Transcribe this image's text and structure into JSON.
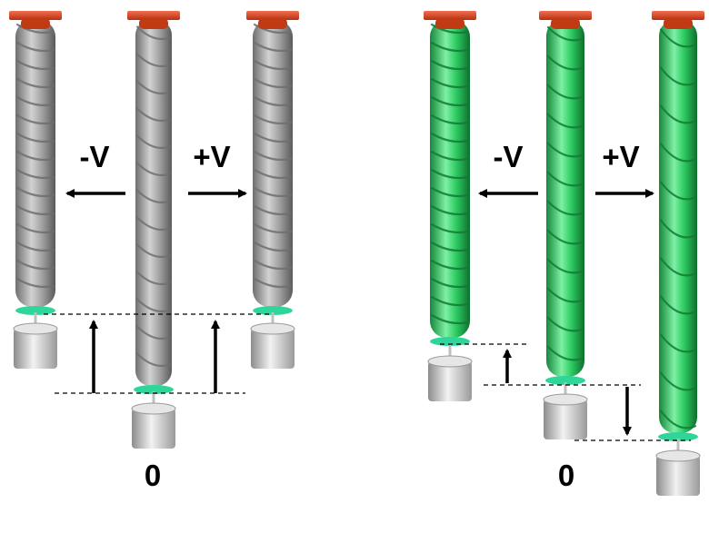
{
  "labels": {
    "left_minus": "-V",
    "left_plus": "+V",
    "left_zero": "0",
    "right_minus": "-V",
    "right_plus": "+V",
    "right_zero": "0"
  },
  "colors": {
    "cap": "#d8451c",
    "cap_top": "#f07050",
    "gray_dark": "#6e6e6e",
    "gray_mid": "#a4a4a4",
    "gray_light": "#d2d2d2",
    "green_dark": "#16883a",
    "green_mid": "#2ecc63",
    "green_light": "#7ff0a4",
    "hook": "#2fd69a",
    "weight_dark": "#8c8c8c",
    "weight_light": "#f2f2f2"
  }
}
